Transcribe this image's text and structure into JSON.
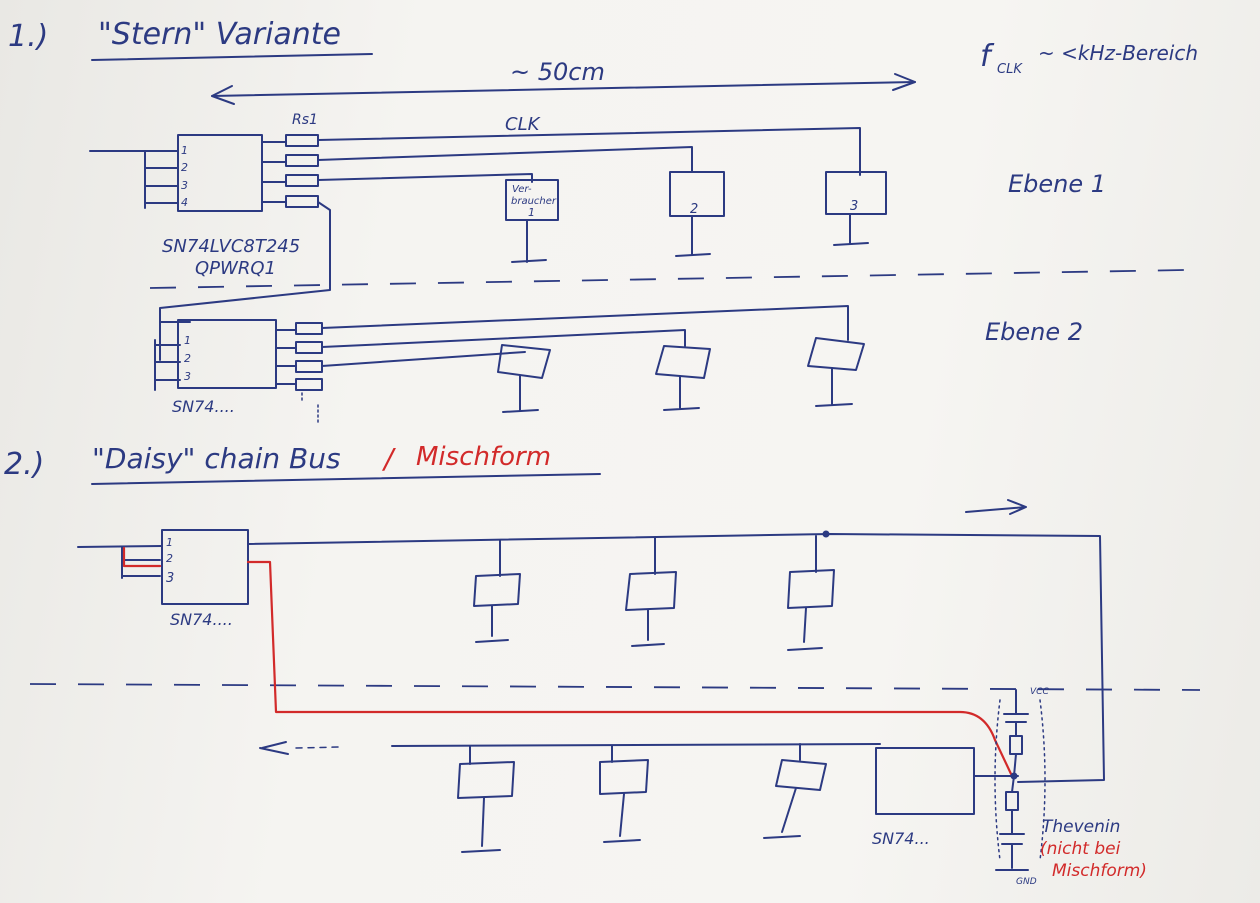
{
  "section1": {
    "number": "1.)",
    "title": "\"Stern\" Variante",
    "distance": "~ 50cm",
    "fclk": "f",
    "fclk_sub": "CLK",
    "fclk_range": "~ <kHz-Bereich",
    "clk_label": "CLK",
    "rs_label": "Rs1",
    "chip_pins": [
      "1",
      "2",
      "3",
      "4"
    ],
    "chip_name_line1": "SN74LVC8T245",
    "chip_name_line2": "QPWRQ1",
    "device1_line1": "Ver-",
    "device1_line2": "braucher",
    "device1_number": "1",
    "device2_number": "2",
    "device3_number": "3",
    "level1": "Ebene 1",
    "level2": "Ebene 2",
    "chip2_pins": [
      "1",
      "2",
      "3"
    ],
    "chip2_name": "SN74...."
  },
  "section2": {
    "number": "2.)",
    "title": "\"Daisy\" chain Bus",
    "separator": "/",
    "title_red": "Mischform",
    "chip_pins": [
      "1",
      "2",
      "3"
    ],
    "chip_name": "SN74....",
    "chip_bottom_name": "SN74...",
    "vcc_label": "VCC",
    "gnd_label": "GND",
    "thevenin": "Thevenin",
    "thevenin_note_line1": "(nicht bei",
    "thevenin_note_line2": "Mischform)"
  }
}
